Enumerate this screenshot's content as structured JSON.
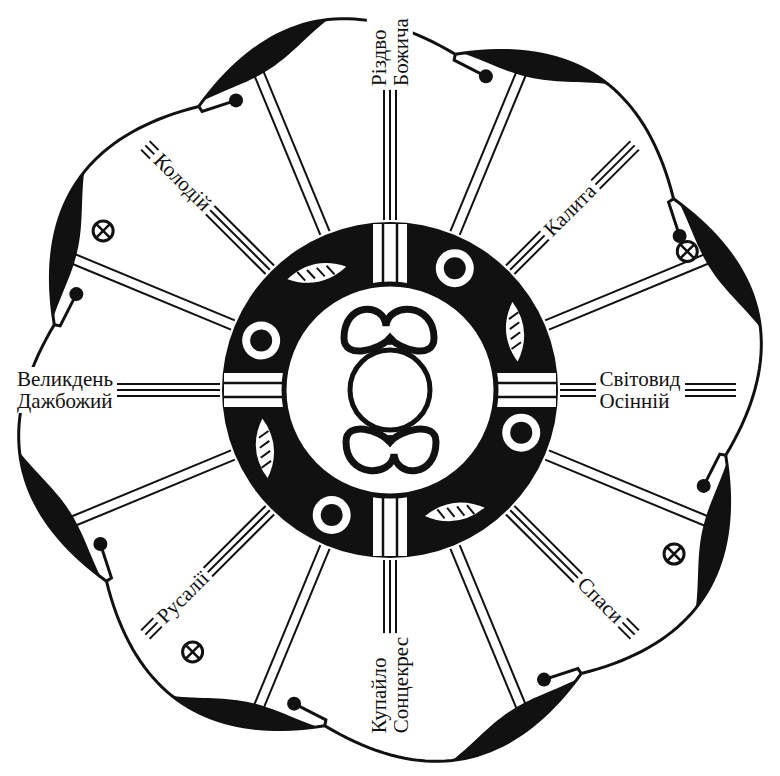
{
  "diagram": {
    "labels": [
      "Різдво Божича",
      "Калита",
      "Світовид Осінній",
      "Спаси",
      "Купайло Сонцекрес",
      "Русалії",
      "Великдень Дажбожий",
      "Колодій"
    ]
  }
}
